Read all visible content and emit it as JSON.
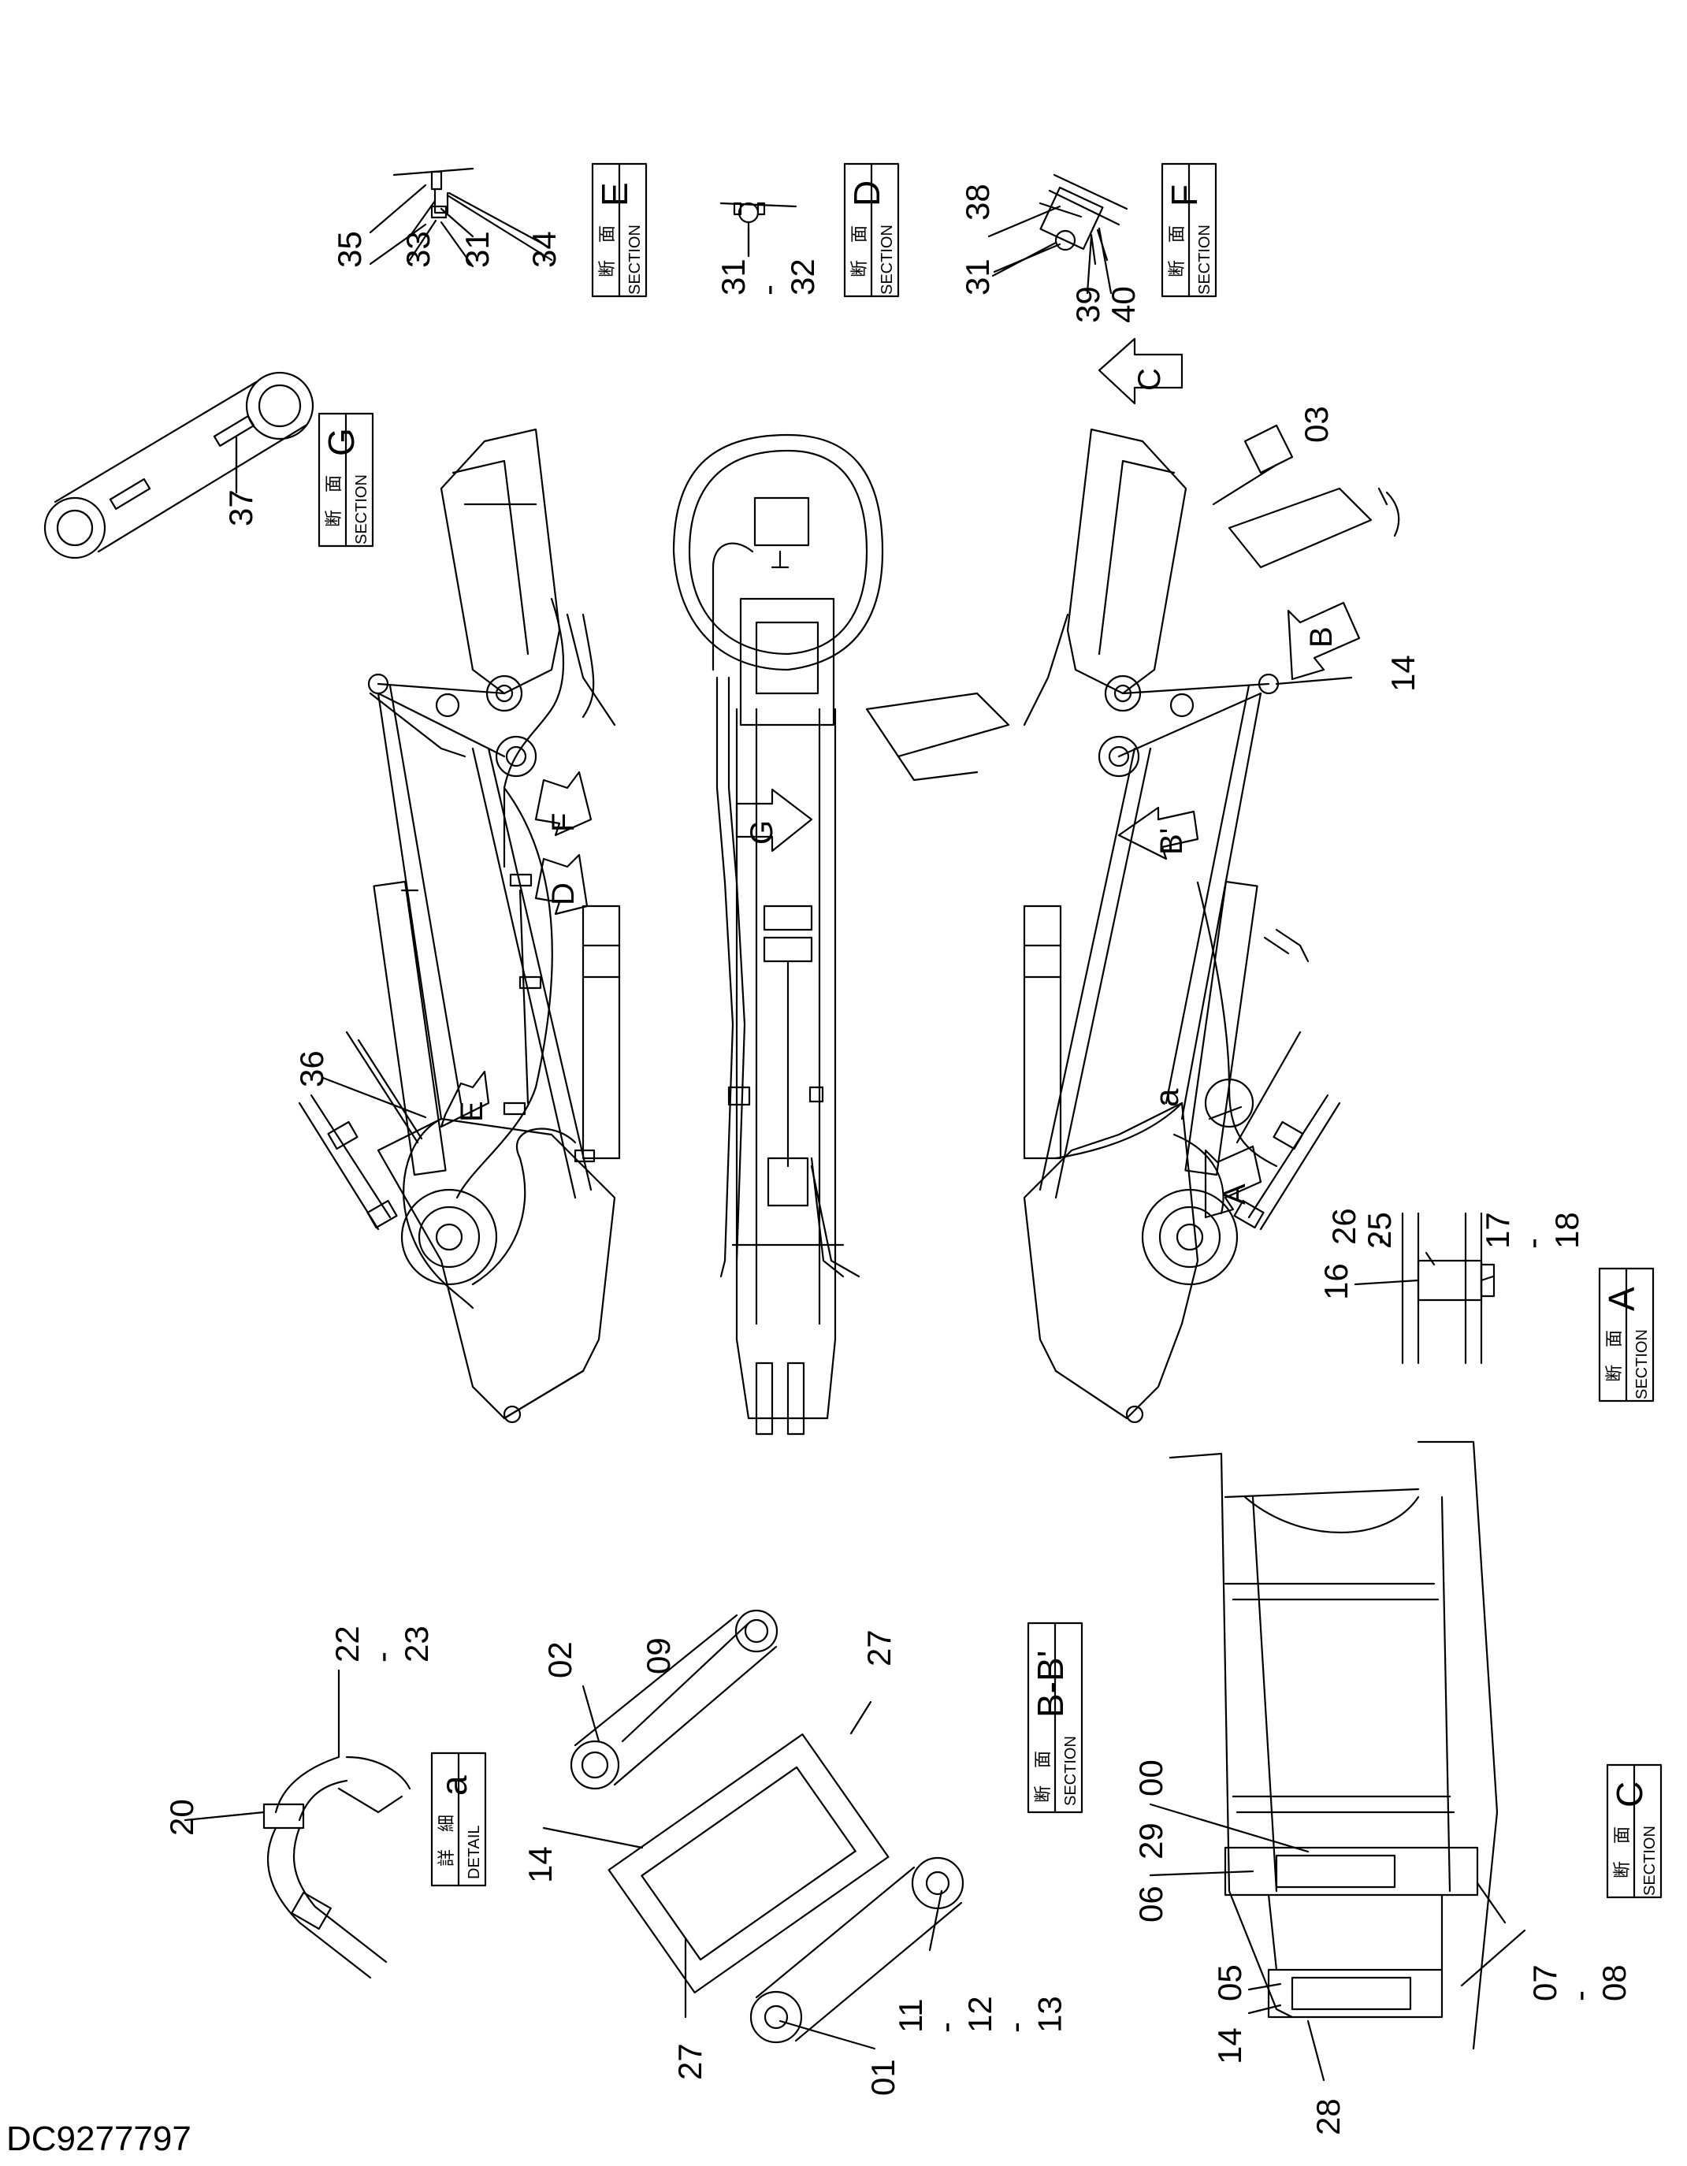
{
  "document": {
    "drawing_number": "DC9277797"
  },
  "sections": {
    "E": {
      "jp": "断　面",
      "en": "SECTION",
      "letter": "E"
    },
    "D": {
      "jp": "断　面",
      "en": "SECTION",
      "letter": "D"
    },
    "F": {
      "jp": "断　面",
      "en": "SECTION",
      "letter": "F"
    },
    "G": {
      "jp": "断　面",
      "en": "SECTION",
      "letter": "G"
    },
    "A": {
      "jp": "断　面",
      "en": "SECTION",
      "letter": "A"
    },
    "C": {
      "jp": "断　面",
      "en": "SECTION",
      "letter": "C"
    },
    "BB": {
      "jp": "断　面",
      "en": "SECTION",
      "letter": "B-B'"
    },
    "a": {
      "jp": "詳　細",
      "en": "DETAIL",
      "letter": "a"
    }
  },
  "part_numbers": {
    "p00": "00",
    "p01": "01",
    "p02": "02",
    "p03": "03",
    "p05": "05",
    "p06": "06",
    "p07_08": "07\n-\n08",
    "p09": "09",
    "p11_13": "11\n-\n12\n-\n13",
    "p14a": "14",
    "p14b": "14",
    "p14c": "14",
    "p16": "16",
    "p17_18": "17\n-\n18",
    "p20": "20",
    "p22_23": "22\n-\n23",
    "p25": "25",
    "p26": "26\n-",
    "p27a": "27",
    "p27b": "27",
    "p28": "28",
    "p29": "29",
    "p31e": "31",
    "p31d_32": "31\n-\n32",
    "p31f": "31",
    "p33": "33",
    "p34": "34",
    "p35": "35",
    "p36": "36",
    "p37": "37",
    "p38": "38",
    "p39": "39",
    "p40": "40",
    "a_detail": "a"
  },
  "view_arrows": {
    "A": "A",
    "B": "B",
    "Bp": "B'",
    "C": "C",
    "D": "D",
    "E": "E",
    "F": "F",
    "G": "G"
  }
}
